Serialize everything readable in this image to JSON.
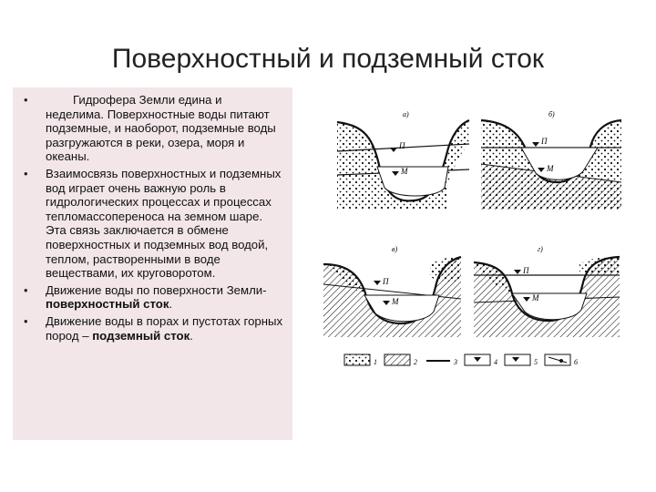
{
  "title": "Поверхностный и подземный сток",
  "bullets": [
    {
      "text": "Гидрофера Земли едина и неделима. Поверхностные воды питают подземные, и наоборот, подземные воды разгружаются в реки, озера, моря и океаны."
    },
    {
      "text": "Взаимосвязь поверхностных и подземных вод играет очень важную роль в гидрологических процессах и процессах тепломассопереноса на земном шаре. Эта связь заключается в обмене поверхностных и подземных вод водой, теплом, растворенными в воде веществами, их круговоротом."
    },
    {
      "text_before": "Движение воды по поверхности Земли- ",
      "bold": "поверхностный сток",
      "text_after": "."
    },
    {
      "text_before": "Движение воды в порах и пустотах горных пород – ",
      "bold": "подземный сток",
      "text_after": "."
    }
  ],
  "figure": {
    "panel_labels": [
      "а)",
      "б)",
      "в)",
      "г)"
    ],
    "level_labels": {
      "upper": "П",
      "lower": "М"
    },
    "legend_numbers": [
      "1",
      "2",
      "3",
      "4",
      "5",
      "6"
    ]
  }
}
